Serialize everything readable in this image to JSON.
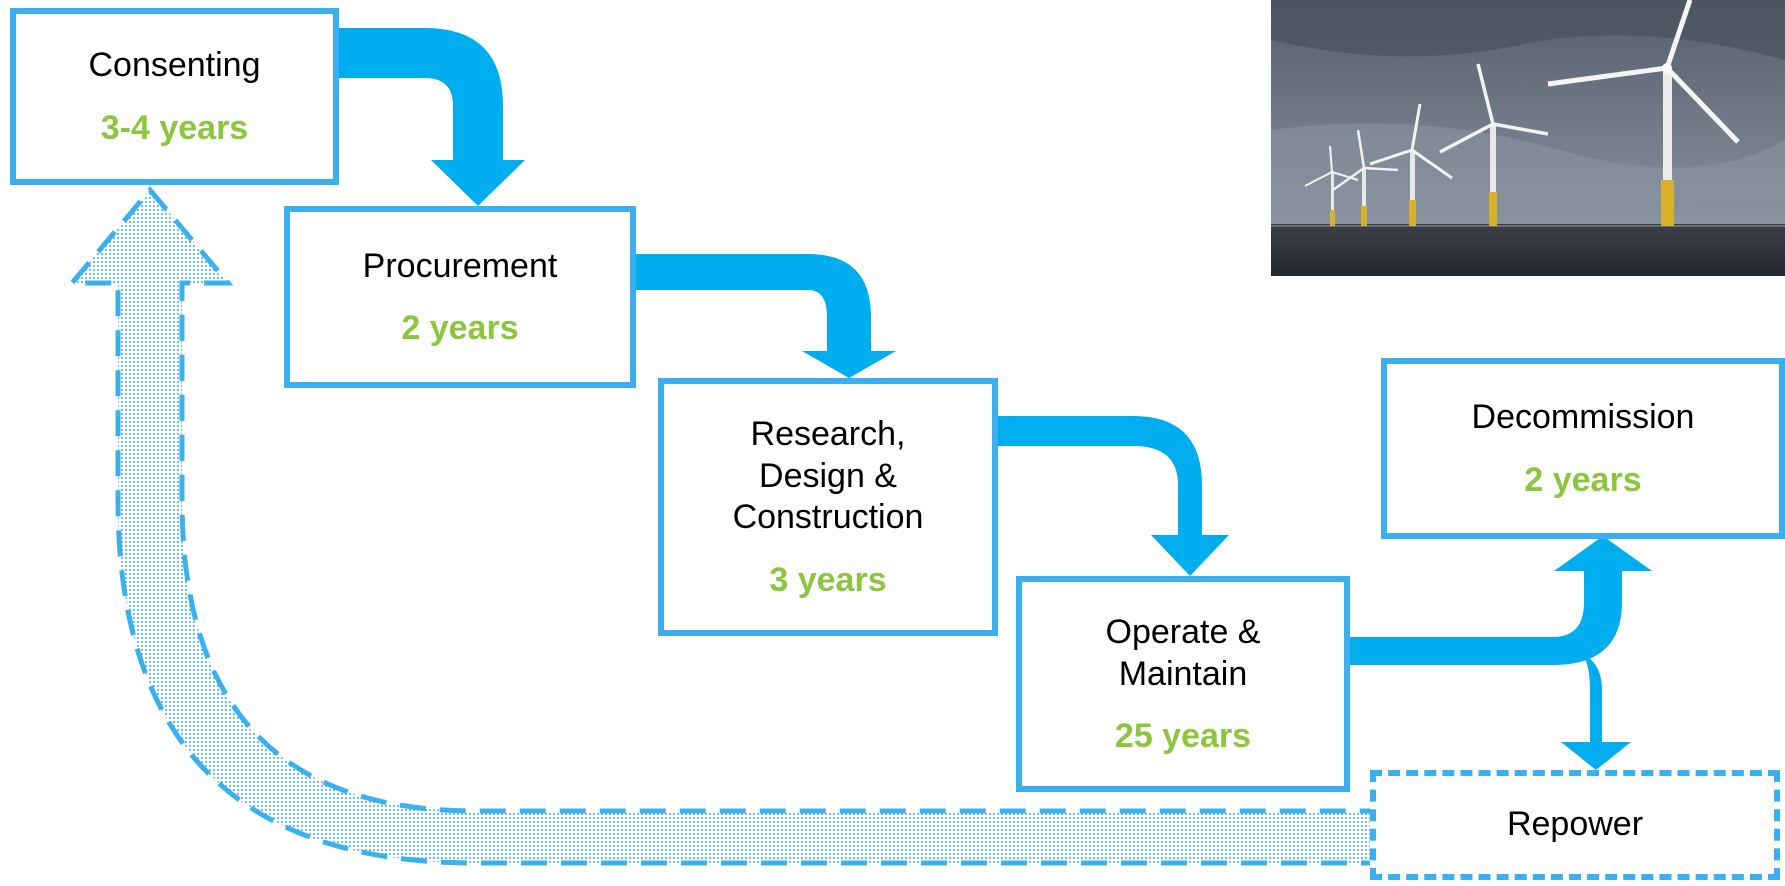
{
  "stages": [
    {
      "name": "Consenting",
      "duration": "3-4 years"
    },
    {
      "name": "Procurement",
      "duration": "2 years"
    },
    {
      "name": "Research,\nDesign &\nConstruction",
      "duration": "3 years"
    },
    {
      "name": "Operate &\nMaintain",
      "duration": "25 years"
    },
    {
      "name": "Decommission",
      "duration": "2 years"
    },
    {
      "name": "Repower",
      "duration": ""
    }
  ],
  "photo": {
    "subject": "offshore-wind-turbines"
  },
  "colors": {
    "flow": "#00aeef",
    "border": "#3bb0f0",
    "duration": "#8cc63f",
    "loop_fill": "#bfe3f7"
  }
}
